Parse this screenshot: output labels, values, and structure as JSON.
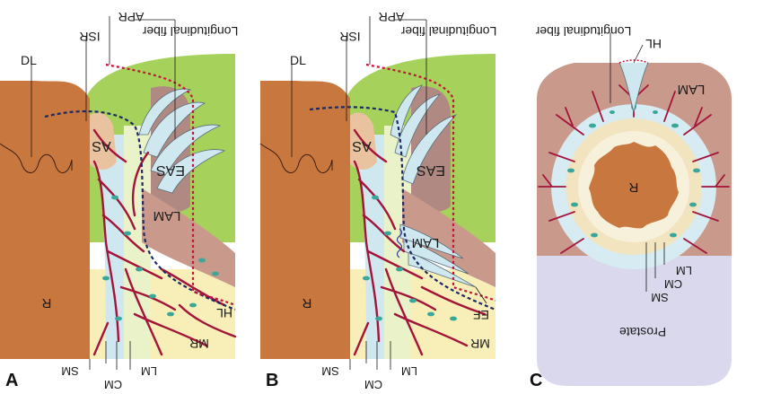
{
  "panels": [
    {
      "letter": "A",
      "labels": {
        "apr": "APR",
        "isr": "ISR",
        "longitudinal_fiber": "Longitudinal fiber",
        "dl": "DL",
        "as": "AS",
        "eas": "EAS",
        "lam": "LAM",
        "r": "R",
        "hl": "HL",
        "mr": "MR",
        "sm": "SM",
        "cm": "CM",
        "lm": "LM"
      }
    },
    {
      "letter": "B",
      "labels": {
        "apr": "APR",
        "isr": "ISR",
        "longitudinal_fiber": "Longitudinal fiber",
        "dl": "DL",
        "as": "AS",
        "eas": "EAS",
        "lam": "LAM",
        "r": "R",
        "ef": "EF",
        "mr": "MR",
        "sm": "SM",
        "cm": "CM",
        "lm": "LM"
      }
    },
    {
      "letter": "C",
      "labels": {
        "longitudinal_fiber": "Longitudinal fiber",
        "hl": "HL",
        "lam": "LAM",
        "r": "R",
        "lm": "LM",
        "cm": "CM",
        "sm": "SM",
        "prostate": "Prostate"
      }
    }
  ],
  "colors": {
    "rectum": "#c8773f",
    "muscle_green": "#a6d15a",
    "external_sphincter": "#b08a82",
    "levator": "#c99a8c",
    "circular_muscle": "#cfe8f0",
    "longitudinal_muscle": "#e9f2c8",
    "vessel": "#a3143a",
    "fiber": "#3aa79a",
    "apr_line": "#c0143c",
    "isr_line": "#3a3aa8",
    "dashed_dark": "#1d2a66",
    "prostate": "#d9d8ec",
    "mesorectum": "#f7efb7"
  }
}
